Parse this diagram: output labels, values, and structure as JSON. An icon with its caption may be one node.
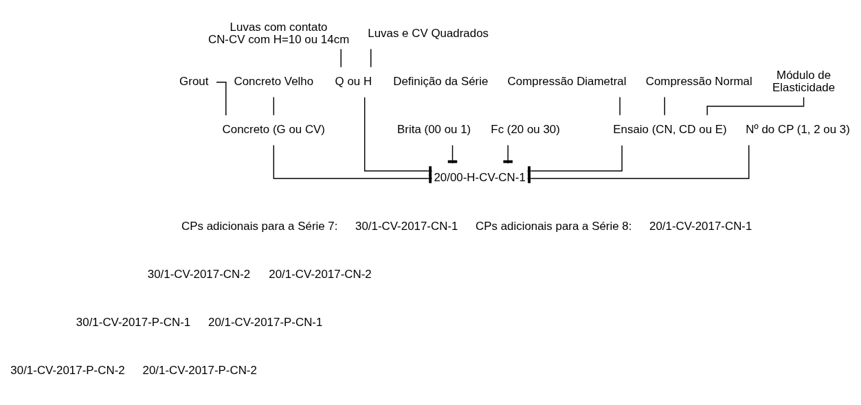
{
  "diagram": {
    "nodes": [
      {
        "text": [
          "Grout"
        ]
      },
      {
        "text": [
          "Concreto Velho"
        ]
      },
      {
        "text": [
          "Concreto (G ou CV)"
        ]
      },
      {
        "text": [
          "Luvas com contato CN-CV com H=10 ou 14cm"
        ]
      },
      {
        "text": [
          "Luvas e CV Quadrados"
        ]
      },
      {
        "text": [
          "Q ou H"
        ]
      },
      {
        "text": [
          "Compressão Diametral"
        ]
      },
      {
        "text": [
          "Compressão Normal"
        ]
      },
      {
        "text": [
          "Módulo de Elasticidade"
        ]
      },
      {
        "text": [
          "Definição da Série"
        ]
      },
      {
        "text": [
          "Brita (00 ou 1)"
        ]
      },
      {
        "text": [
          "Fc (20 ou 30)"
        ]
      },
      {
        "text": [
          "Ensaio (CN, CD ou E)"
        ]
      },
      {
        "text": [
          "Nº do CP (1, 2 ou 3)"
        ]
      },
      {
        "text": [
          "20/00-H-CV-CN-1"
        ]
      }
    ],
    "edges": [
      {
        "from": 0,
        "to": 2,
        "arrow": "none"
      },
      {
        "from": 1,
        "to": 2,
        "arrow": "none"
      },
      {
        "from": 2,
        "to": 14,
        "arrow": "other"
      },
      {
        "from": 3,
        "to": 5,
        "arrow": "none"
      },
      {
        "from": 4,
        "to": 5,
        "arrow": "none"
      },
      {
        "from": 5,
        "to": 14,
        "arrow": "other"
      },
      {
        "from": 6,
        "to": 12,
        "arrow": "none"
      },
      {
        "from": 7,
        "to": 12,
        "arrow": "none"
      },
      {
        "from": 8,
        "to": 12,
        "arrow": "none"
      },
      {
        "from": 10,
        "to": 14,
        "arrow": "other"
      },
      {
        "from": 11,
        "to": 14,
        "arrow": "other"
      },
      {
        "from": 12,
        "to": 14,
        "arrow": "other"
      },
      {
        "from": 13,
        "to": 14,
        "arrow": "other"
      }
    ],
    "labels": [
      "CPs adicionais para a Série 7:",
      "30/1-CV-2017-CN-1",
      "30/1-CV-2017-CN-2",
      "30/1-CV-2017-P-CN-1",
      "30/1-CV-2017-P-CN-2",
      "CPs adicionais para a Série 8:",
      "20/1-CV-2017-CN-1",
      "20/1-CV-2017-CN-2",
      "20/1-CV-2017-P-CN-1",
      "20/1-CV-2017-P-CN-2"
    ]
  }
}
